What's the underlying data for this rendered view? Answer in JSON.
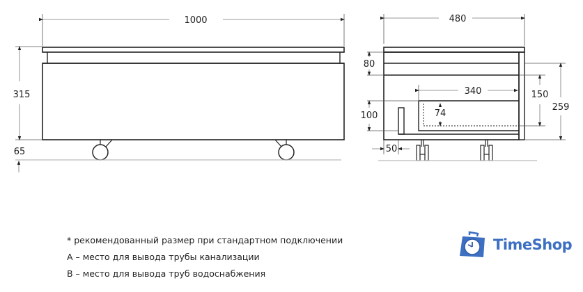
{
  "front_view": {
    "width_label": "1000",
    "height_label": "315",
    "leg_height_label": "65"
  },
  "side_view": {
    "depth_label": "480",
    "top_drawer_label": "80",
    "drawer_depth_label": "340",
    "opening_label": "150",
    "total_height_label": "259",
    "bottom_label": "100",
    "pipe_height_label": "74",
    "offset_label": "50"
  },
  "notes": [
    "* рекомендованный размер при стандартном подключении",
    "A – место для вывода трубы канализации",
    "B – место для вывода труб водоснабжения"
  ],
  "logo": {
    "text": "TimeShop",
    "color": "#3d6fc2"
  }
}
